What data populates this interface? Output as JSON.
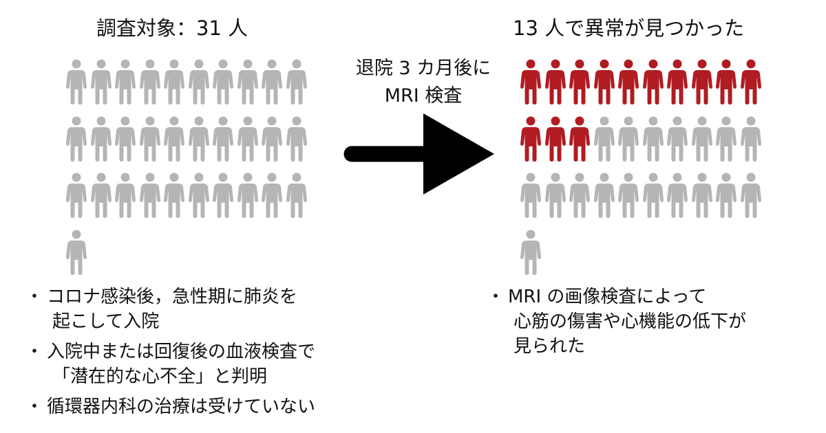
{
  "left": {
    "title": "調査対象：31 人",
    "total_people": 31,
    "bullets": [
      {
        "lines": [
          "コロナ感染後，急性期に肺炎を",
          "起こして入院"
        ]
      },
      {
        "lines": [
          "入院中または回復後の血液検査で",
          "「潜在的な心不全」と判明"
        ]
      },
      {
        "lines": [
          "循環器内科の治療は受けていない"
        ]
      }
    ]
  },
  "middle": {
    "line1": "退院 3 カ月後に",
    "line2": "MRI 検査"
  },
  "right": {
    "title": "13 人で異常が見つかった",
    "total_people": 31,
    "abnormal_people": 13,
    "bullets": [
      {
        "lines": [
          "MRI の画像検査によって",
          "心筋の傷害や心機能の低下が",
          "見られた"
        ]
      }
    ]
  },
  "bullet_symbol": "・",
  "colors": {
    "normal": "#b5b5b5",
    "abnormal": "#b01c22",
    "arrow": "#000000"
  }
}
